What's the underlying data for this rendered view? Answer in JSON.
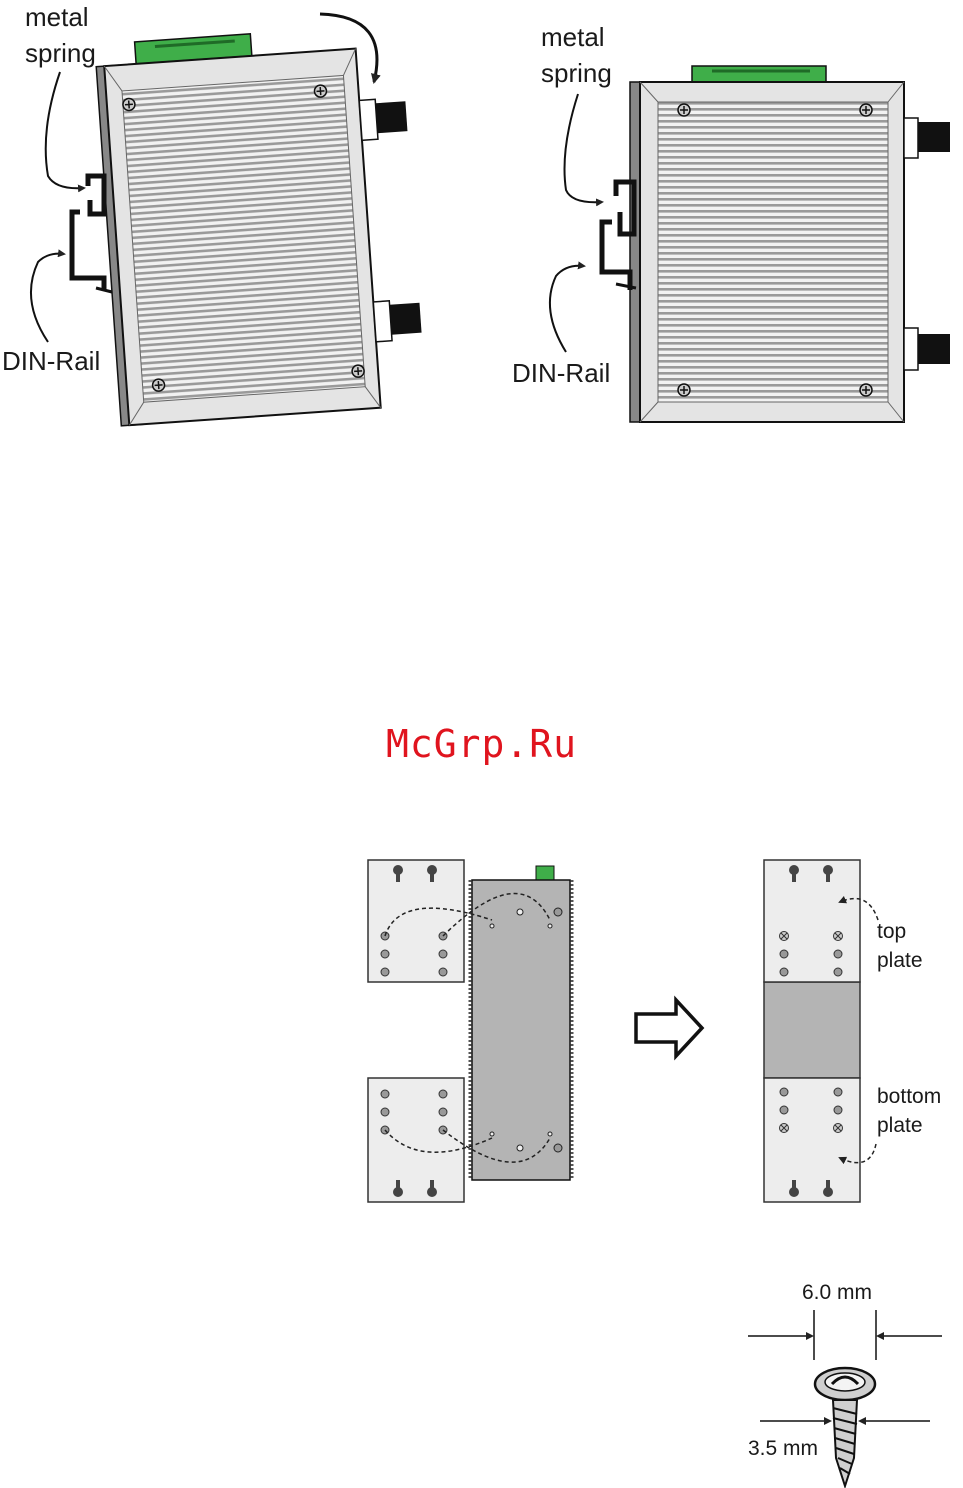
{
  "din_rail_figure": {
    "left": {
      "spring_label_line1": "metal",
      "spring_label_line2": "spring",
      "rail_label": "DIN-Rail"
    },
    "right": {
      "spring_label_line1": "metal",
      "spring_label_line2": "spring",
      "rail_label": "DIN-Rail"
    }
  },
  "watermark": {
    "text": "McGrp.Ru"
  },
  "wall_mount_figure": {
    "top_plate_line1": "top",
    "top_plate_line2": "plate",
    "bottom_plate_line1": "bottom",
    "bottom_plate_line2": "plate"
  },
  "screw_figure": {
    "head_width_label": "6.0 mm",
    "shank_width_label": "3.5 mm"
  },
  "colors": {
    "terminal_green": "#3fae49",
    "housing_grey": "#d6d6d6",
    "plate_grey": "#ededed",
    "watermark_red": "#e0141e"
  }
}
